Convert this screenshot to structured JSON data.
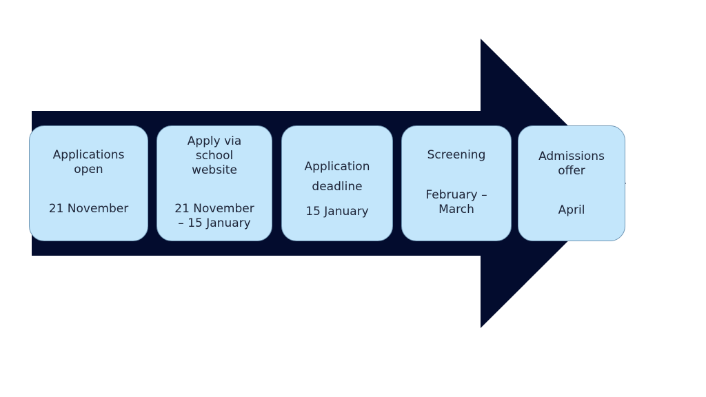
{
  "colors": {
    "arrow": "#030c2e",
    "box_fill": "#c3e6fb",
    "box_border": "#6f96b4",
    "text": "#1c2336"
  },
  "steps": [
    {
      "title": "Applications\nopen",
      "date": "21 November"
    },
    {
      "title": "Apply via\nschool\nwebsite",
      "date": "21 November\n– 15 January"
    },
    {
      "title_line1": "Application",
      "title_line2": "deadline",
      "date": "15 January"
    },
    {
      "title": "Screening",
      "date": "February –\nMarch"
    },
    {
      "title": "Admissions\noffer",
      "date": "April"
    }
  ]
}
